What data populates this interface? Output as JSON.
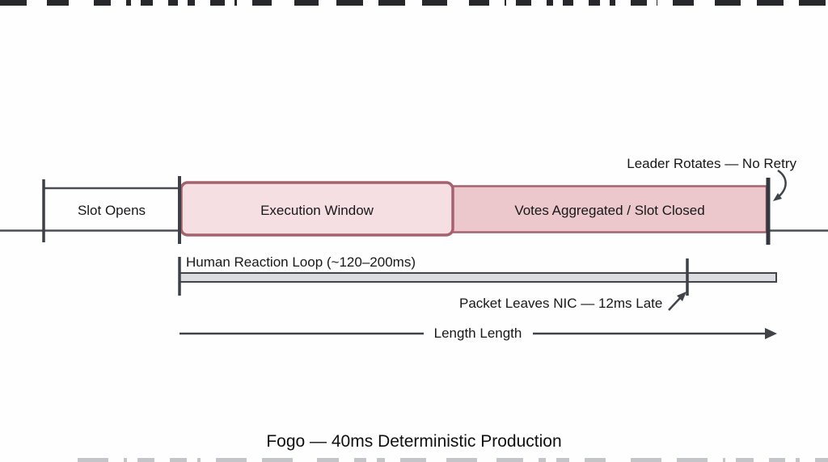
{
  "title": "Fogo — 40ms Deterministic Production",
  "timeline": {
    "slot_opens": "Slot Opens",
    "execution_window": "Execution Window",
    "votes_closed": "Votes Aggregated / Slot Closed",
    "leader_rotates": "Leader Rotates — No Retry"
  },
  "reaction_row": {
    "human_loop": "Human Reaction Loop (~120–200ms)",
    "packet_late": "Packet Leaves NIC — 12ms Late"
  },
  "length_row": {
    "label": "Length Length"
  },
  "colors": {
    "line": "#4a4e54",
    "tick": "#3d4147",
    "tick_dark": "#34383e",
    "band_fill": "#ecc8cd",
    "band_stroke": "#a5626e",
    "exec_fill": "#f5dfe3",
    "exec_stroke": "#a5626e",
    "bar_fill": "#dadcdf",
    "bar_stroke": "#41454b",
    "arrow": "#3f444a"
  }
}
